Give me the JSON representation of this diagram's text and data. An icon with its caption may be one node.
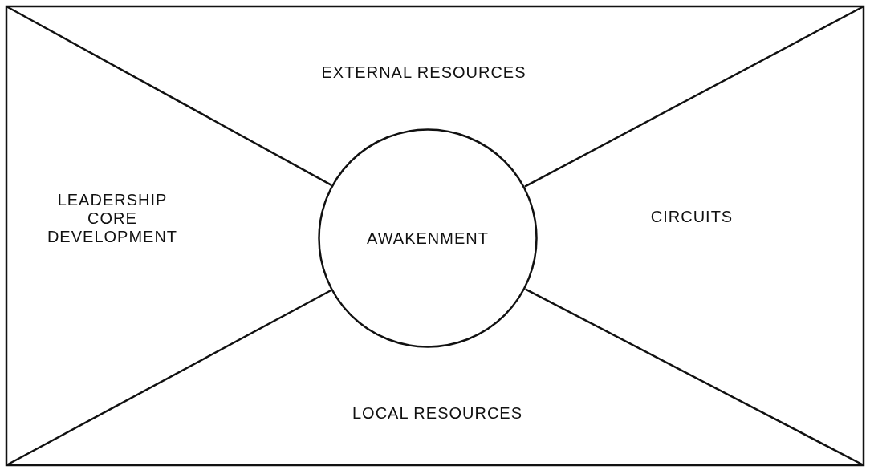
{
  "diagram": {
    "nodes": [
      {
        "text": [
          "EXTERNAL RESOURCES"
        ]
      },
      {
        "text": [
          "LEADERSHIP CORE DEVELOPMENT"
        ]
      },
      {
        "text": [
          "AWAKENMENT"
        ]
      },
      {
        "text": [
          "CIRCUITS"
        ]
      },
      {
        "text": [
          "LOCAL RESOURCES"
        ]
      }
    ]
  }
}
